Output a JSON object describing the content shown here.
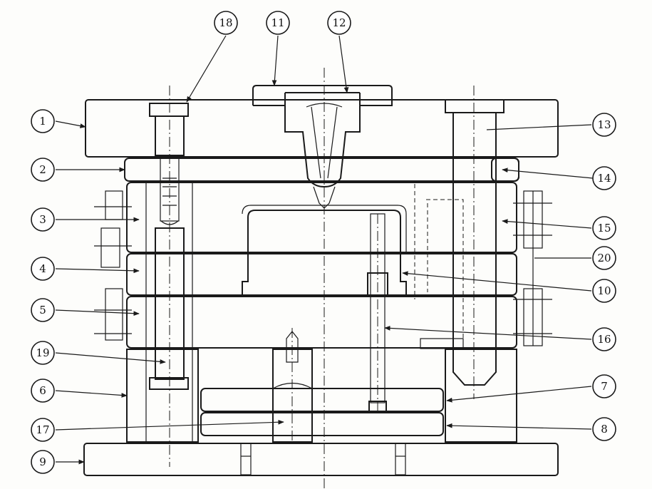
{
  "figure": {
    "callouts": [
      "1",
      "2",
      "3",
      "4",
      "5",
      "6",
      "7",
      "8",
      "9",
      "10",
      "11",
      "12",
      "13",
      "14",
      "15",
      "16",
      "17",
      "18",
      "19",
      "20"
    ]
  }
}
